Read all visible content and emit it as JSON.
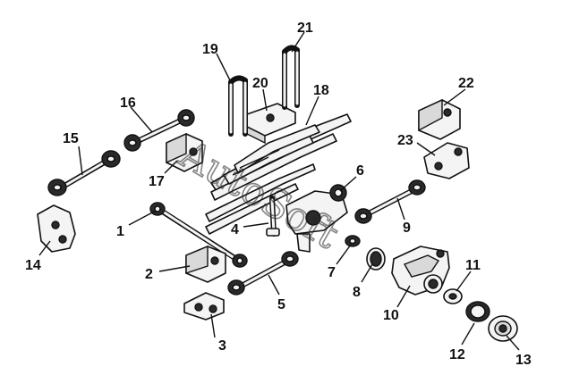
{
  "diagram": {
    "watermark": "AutoSoft",
    "callouts": [
      "1",
      "2",
      "3",
      "4",
      "5",
      "6",
      "7",
      "8",
      "9",
      "10",
      "11",
      "12",
      "13",
      "14",
      "15",
      "16",
      "17",
      "18",
      "19",
      "20",
      "21",
      "22",
      "23"
    ]
  }
}
